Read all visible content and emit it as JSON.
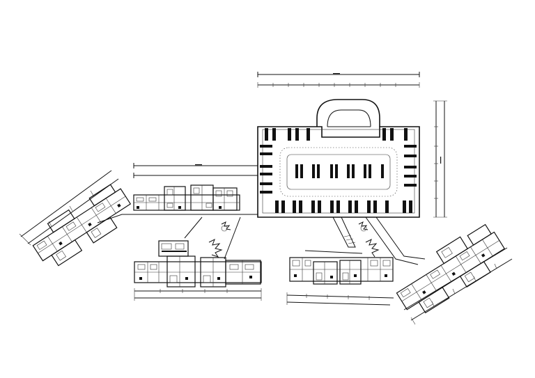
{
  "drawing": {
    "type": "site-plan",
    "components": [
      "underground-garage",
      "residential-block-west",
      "residential-block-south-west",
      "residential-block-south-east",
      "residential-block-east",
      "access-road",
      "tree-symbol",
      "dimension-line"
    ],
    "colors": {
      "line": "#111111",
      "background": "#ffffff"
    }
  }
}
